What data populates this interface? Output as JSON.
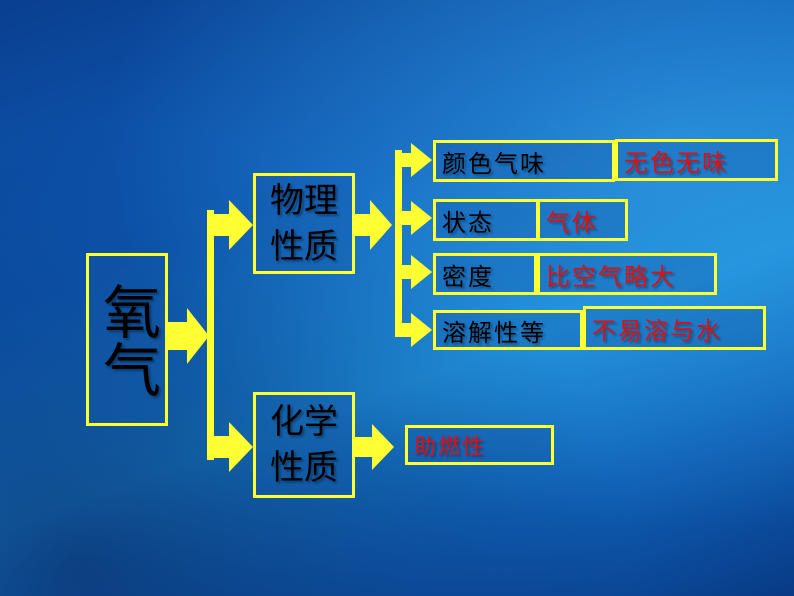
{
  "root": "氧气",
  "branches": [
    {
      "label_line1": "物理",
      "label_line2": "性质",
      "items": [
        {
          "property": "颜色气味",
          "value": "无色无味"
        },
        {
          "property": "状态",
          "value": "气体"
        },
        {
          "property": "密度",
          "value": "比空气略大"
        },
        {
          "property": "溶解性等",
          "value": "不易溶与水"
        }
      ]
    },
    {
      "label_line1": "化学",
      "label_line2": "性质",
      "items": [
        {
          "value": "助燃性"
        }
      ]
    }
  ],
  "colors": {
    "border": "#ffff33",
    "value_text": "#e01010",
    "background": "#0d5cb8"
  }
}
